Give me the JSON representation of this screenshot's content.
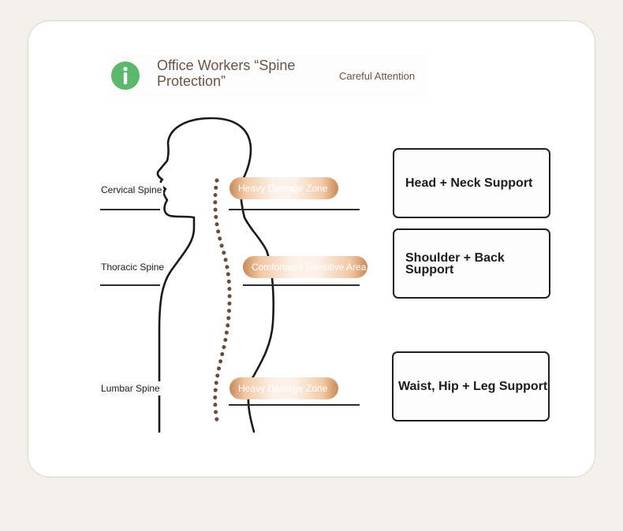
{
  "header": {
    "title": "Office Workers “Spine Protection”",
    "subtitle": "Careful Attention",
    "icon": "info-icon",
    "icon_color": "#5cb86a"
  },
  "spine_regions": [
    {
      "label": "Cervical Spine",
      "zone": "Heavy Damage Zone"
    },
    {
      "label": "Thoracic Spine",
      "zone": "Comfortable Sensitive Area"
    },
    {
      "label": "Lumbar Spine",
      "zone": "Heavy Damage Zone"
    }
  ],
  "supports": [
    {
      "label": "Head + Neck Support"
    },
    {
      "label": "Shoulder + Back Support"
    },
    {
      "label": "Waist, Hip + Leg Support"
    }
  ],
  "colors": {
    "background": "#f3f0ea",
    "title_text": "#6a5446",
    "zone_accent": "#c88a58",
    "spine_dots": "#6b4c3b"
  }
}
